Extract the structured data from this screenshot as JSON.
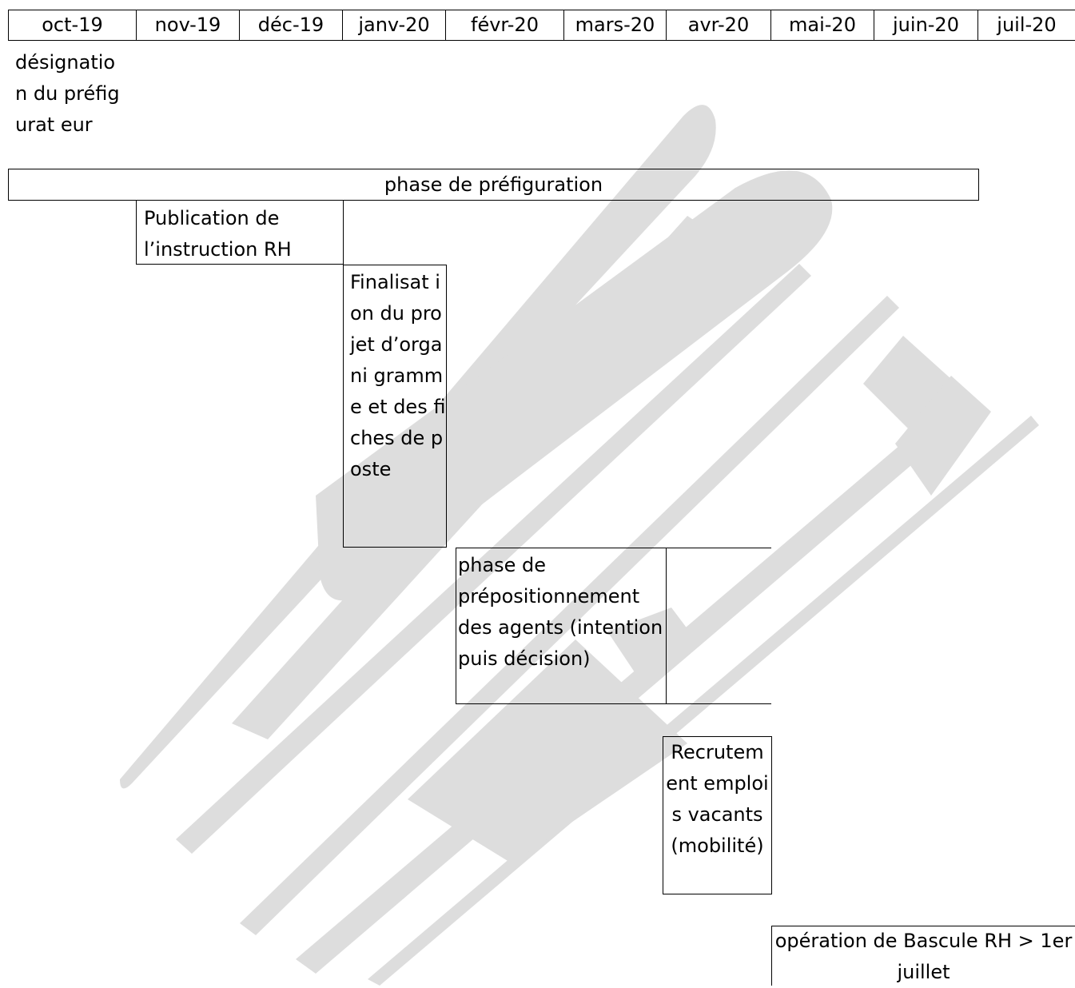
{
  "months": [
    "oct-19",
    "nov-19",
    "déc-19",
    "janv-20",
    "févr-20",
    "mars-20",
    "avr-20",
    "mai-20",
    "juin-20",
    "juil-20"
  ],
  "tasks": {
    "designation": "désignatio n du préfigurat eur",
    "prefiguration": "phase de préfiguration",
    "instruction": "Publication de l’instruction RH",
    "finalisation": "Finalisat ion du projet d’organi gramme et des fiches de poste",
    "prepositionnement": "phase de prépositionnement des agents (intention puis décision)",
    "recrutement": "Recrutem ent emplois vacants (mobilité)",
    "bascule": "opération de Bascule RH > 1er juillet"
  },
  "watermark_color": "#dddddd"
}
